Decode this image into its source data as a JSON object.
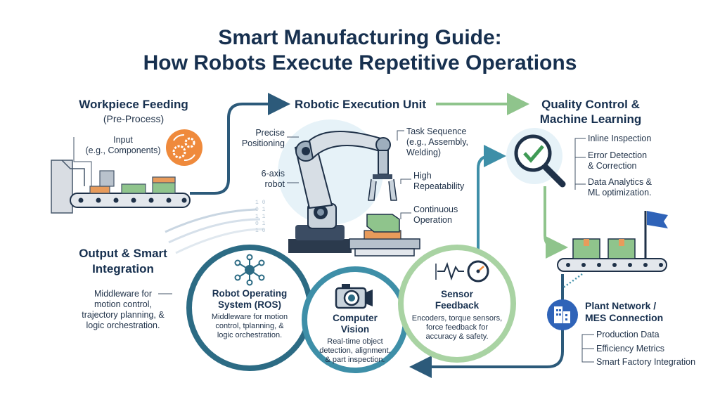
{
  "header": {
    "title_line1": "Smart Manufacturing Guide:",
    "title_line2": "How Robots Execute Repetitive Operations"
  },
  "feeding": {
    "title": "Workpiece Feeding",
    "subtitle": "(Pre-Process)",
    "input_line1": "Input",
    "input_line2": "(e.g., Components)"
  },
  "robot_unit": {
    "title": "Robotic Execution Unit",
    "labels": {
      "precise": "Precise",
      "positioning": "Positioning",
      "axis": "6-axis",
      "robot": "robot",
      "task1": "Task Sequence",
      "task2": "(e.g., Assembly,",
      "task3": "Welding)",
      "high": "High",
      "repeatability": "Repeatability",
      "continuous": "Continuous",
      "operation": "Operation"
    }
  },
  "quality": {
    "title_line1": "Quality Control &",
    "title_line2": "Machine Learning",
    "items": {
      "inline": "Inline Inspection",
      "error1": "Error Detection",
      "error2": "& Correction",
      "data1": "Data Analytics &",
      "data2": "ML optimization."
    }
  },
  "output": {
    "title_line1": "Output & Smart",
    "title_line2": "Integration",
    "text1": "Middleware for",
    "text2": "motion control,",
    "text3": "trajectory planning, &",
    "text4": "logic orchestration."
  },
  "ros": {
    "title1": "Robot Operating",
    "title2": "System (ROS)",
    "text1": "Middleware for motion",
    "text2": "control, tplanning, &",
    "text3": "logic orchestration."
  },
  "vision": {
    "title1": "Computer",
    "title2": "Vision",
    "text1": "Real-time object",
    "text2": "detection, alignment,",
    "text3": "& part inspection."
  },
  "sensor": {
    "title1": "Sensor",
    "title2": "Feedback",
    "text1": "Encoders, torque sensors,",
    "text2": "force feedback for",
    "text3": "accuracy & safety."
  },
  "plant": {
    "title1": "Plant Network /",
    "title2": "MES Connection",
    "items": {
      "production": "Production Data",
      "efficiency": "Efficiency Metrics",
      "smart": "Smart Factory Integration"
    }
  },
  "colors": {
    "navy": "#17304f",
    "teal": "#2c6b84",
    "green": "#8fc48c",
    "orange": "#ef8a3c",
    "blue_accent": "#2f63b8"
  },
  "icons": [
    "gears-icon",
    "checkmark-magnifier-icon",
    "flag-icon",
    "network-hub-icon",
    "camera-icon",
    "gauge-icon",
    "building-icon",
    "robot-arm-icon"
  ]
}
